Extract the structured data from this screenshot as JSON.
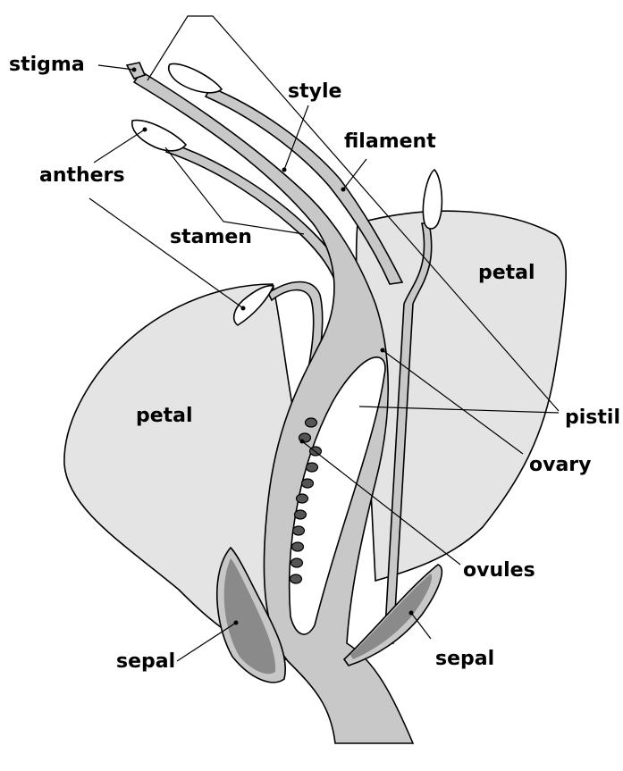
{
  "labels": {
    "stigma": "stigma",
    "style": "style",
    "filament": "filament",
    "anthers": "anthers",
    "stamen": "stamen",
    "petal_right": "petal",
    "petal_left": "petal",
    "pistil": "pistil",
    "ovary": "ovary",
    "ovules": "ovules",
    "sepal_left": "sepal",
    "sepal_right": "sepal"
  },
  "colors": {
    "petal_fill": "#e4e4e4",
    "organ_fill": "#c8c8c8",
    "sepal_fill": "#8a8a8a",
    "ovule_fill": "#555555",
    "outline": "#000000"
  }
}
